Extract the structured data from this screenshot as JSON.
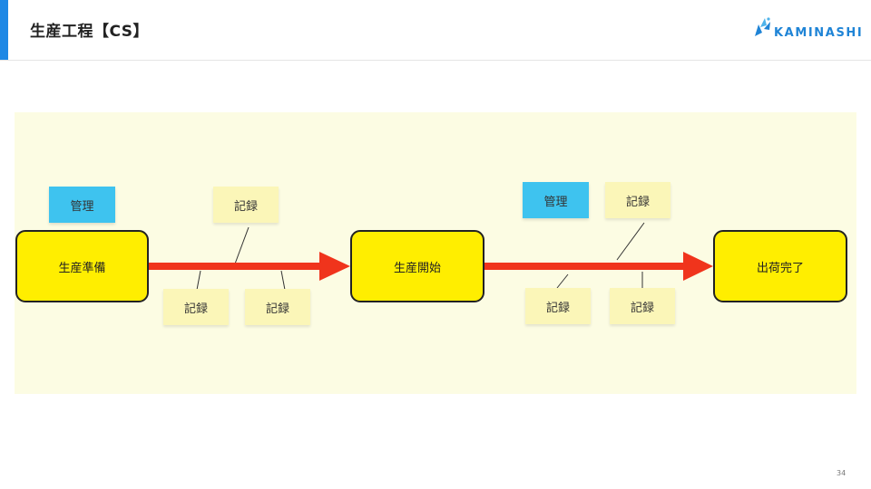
{
  "header": {
    "title": "生産工程【CS】",
    "logo_text": "KAMINASHI",
    "accent_color": "#1e88e5",
    "logo_color": "#1f84d6"
  },
  "diagram": {
    "background_color": "#fcfce3",
    "stages": [
      {
        "label": "生産準備"
      },
      {
        "label": "生産開始"
      },
      {
        "label": "出荷完了"
      }
    ],
    "notes": [
      {
        "label": "管理",
        "kind": "management"
      },
      {
        "label": "記録",
        "kind": "record"
      },
      {
        "label": "記録",
        "kind": "record"
      },
      {
        "label": "記録",
        "kind": "record"
      },
      {
        "label": "管理",
        "kind": "management"
      },
      {
        "label": "記録",
        "kind": "record"
      },
      {
        "label": "記録",
        "kind": "record"
      },
      {
        "label": "記録",
        "kind": "record"
      }
    ],
    "colors": {
      "stage_fill": "#ffee00",
      "arrow": "#f0341c",
      "record_note": "#fbf6b8",
      "management_note": "#3ec3ef"
    }
  },
  "page_number": "34"
}
